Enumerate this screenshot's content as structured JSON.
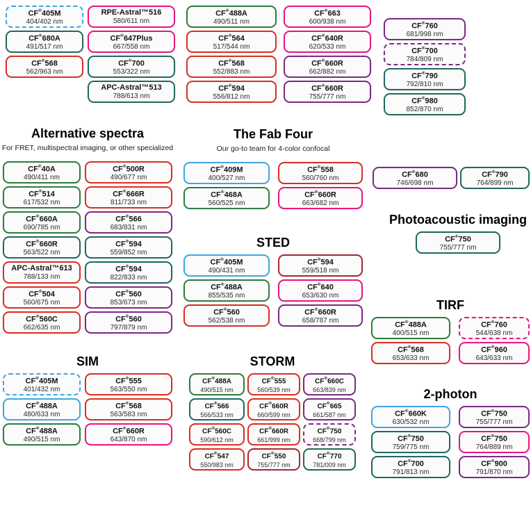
{
  "colors": {
    "blue": "#3ea7e0",
    "green": "#2e7d3f",
    "teal": "#20695f",
    "red": "#da2f23",
    "darkred": "#a72837",
    "pink": "#e9157f",
    "purple": "#7c2a85"
  },
  "sections": {
    "top_left": {
      "columns": [
        [
          {
            "name": "CF®405M",
            "value": "404/402 nm",
            "color": "blue",
            "dashed": true
          },
          {
            "name": "CF®680A",
            "value": "491/517 nm",
            "color": "teal"
          },
          {
            "name": "CF®568",
            "value": "562/963 nm",
            "color": "red"
          }
        ],
        [
          {
            "name": "RPE-Astral™516",
            "value": "580/611 nm",
            "color": "pink"
          },
          {
            "name": "CF®647Plus",
            "value": "667/558 nm",
            "color": "pink"
          },
          {
            "name": "CF®700",
            "value": "553/322 nm",
            "color": "teal"
          },
          {
            "name": "APC-Astral™513",
            "value": "788/613 nm",
            "color": "teal"
          }
        ]
      ]
    },
    "top_mid": {
      "columns": [
        [
          {
            "name": "CF®488A",
            "value": "490/511 nm",
            "color": "green"
          },
          {
            "name": "CF®564",
            "value": "517/544 nm",
            "color": "red"
          },
          {
            "name": "CF®568",
            "value": "552/883 nm",
            "color": "red"
          },
          {
            "name": "CF®594",
            "value": "556/812 nm",
            "color": "red"
          }
        ],
        [
          {
            "name": "CF®663",
            "value": "600/938 nm",
            "color": "pink"
          },
          {
            "name": "CF®640R",
            "value": "620/533 nm",
            "color": "pink"
          },
          {
            "name": "CF®660R",
            "value": "662/882 nm",
            "color": "purple"
          },
          {
            "name": "CF®660R",
            "value": "755/777 nm",
            "color": "purple"
          }
        ]
      ]
    },
    "top_right": {
      "columns": [
        [
          {
            "name": "CF®760",
            "value": "681/998 nm",
            "color": "purple"
          },
          {
            "name": "CF®700",
            "value": "784/809 nm",
            "color": "purple",
            "dashed": true
          },
          {
            "name": "CF®790",
            "value": "792/810 nm",
            "color": "teal"
          },
          {
            "name": "CF®980",
            "value": "852/870 nm",
            "color": "teal"
          }
        ]
      ]
    },
    "alt": {
      "title": "Alternative spectra",
      "subtitle": "For FRET, multispectral imaging, or other specialized",
      "columns": [
        [
          {
            "name": "CF®40A",
            "value": "490/411 nm",
            "color": "green"
          },
          {
            "name": "CF®514",
            "value": "617/532 nm",
            "color": "green"
          },
          {
            "name": "CF®660A",
            "value": "690/785 nm",
            "color": "green"
          },
          {
            "name": "CF®660R",
            "value": "563/522 nm",
            "color": "teal"
          },
          {
            "name": "APC-Astral™613",
            "value": "788/133 nm",
            "color": "red"
          },
          {
            "name": "CF®504",
            "value": "560/675 nm",
            "color": "red"
          },
          {
            "name": "CF®560C",
            "value": "662/635 nm",
            "color": "red"
          }
        ],
        [
          {
            "name": "CF®500R",
            "value": "490/677 nm",
            "color": "red"
          },
          {
            "name": "CF®666R",
            "value": "811/733 nm",
            "color": "red"
          },
          {
            "name": "CF®566",
            "value": "683/831 nm",
            "color": "purple"
          },
          {
            "name": "CF®594",
            "value": "559/852 nm",
            "color": "teal"
          },
          {
            "name": "CF®594",
            "value": "822/833 nm",
            "color": "teal"
          },
          {
            "name": "CF®560",
            "value": "853/673 nm",
            "color": "purple"
          },
          {
            "name": "CF®560",
            "value": "797/879 nm",
            "color": "purple"
          }
        ]
      ]
    },
    "fab": {
      "title": "The Fab Four",
      "subtitle": "Our go-to team for 4-color confocal",
      "columns": [
        [
          {
            "name": "CF®409M",
            "value": "400/527 nm",
            "color": "blue"
          },
          {
            "name": "CF®468A",
            "value": "560/525 nm",
            "color": "green"
          }
        ],
        [
          {
            "name": "CF®558",
            "value": "560/760 nm",
            "color": "red"
          },
          {
            "name": "CF®660R",
            "value": "663/682 nm",
            "color": "pink"
          }
        ]
      ]
    },
    "pair": {
      "columns": [
        [
          {
            "name": "CF®680",
            "value": "746/698 nm",
            "color": "purple"
          }
        ],
        [
          {
            "name": "CF®790",
            "value": "764/899 nm",
            "color": "teal"
          }
        ]
      ]
    },
    "sted": {
      "title": "STED",
      "columns": [
        [
          {
            "name": "CF®405M",
            "value": "490/431 nm",
            "color": "blue"
          },
          {
            "name": "CF®488A",
            "value": "855/535 nm",
            "color": "green"
          },
          {
            "name": "CF®560",
            "value": "562/538 nm",
            "color": "red"
          }
        ],
        [
          {
            "name": "CF®594",
            "value": "559/518 nm",
            "color": "darkred"
          },
          {
            "name": "CF®640",
            "value": "653/630 nm",
            "color": "pink"
          },
          {
            "name": "CF®660R",
            "value": "658/787 nm",
            "color": "purple"
          }
        ]
      ]
    },
    "photo": {
      "title": "Photoacoustic imaging",
      "columns": [
        [
          {
            "name": "CF®750",
            "value": "755/777 nm",
            "color": "teal"
          }
        ]
      ]
    },
    "tirf": {
      "title": "TIRF",
      "columns": [
        [
          {
            "name": "CF®488A",
            "value": "400/515 nm",
            "color": "green"
          },
          {
            "name": "CF®568",
            "value": "653/633 nm",
            "color": "red"
          }
        ],
        [
          {
            "name": "CF®760",
            "value": "544/638 nm",
            "color": "pink",
            "dashed": true
          },
          {
            "name": "CF®960",
            "value": "643/633 nm",
            "color": "pink"
          }
        ]
      ]
    },
    "sim": {
      "title": "SIM",
      "columns": [
        [
          {
            "name": "CF®405M",
            "value": "401/432 nm",
            "color": "blue",
            "dashed": true
          },
          {
            "name": "CF®488A",
            "value": "480/633 nm",
            "color": "blue"
          },
          {
            "name": "CF®488A",
            "value": "490/515 nm",
            "color": "green"
          }
        ],
        [
          {
            "name": "CF®555",
            "value": "563/550 nm",
            "color": "red"
          },
          {
            "name": "CF®568",
            "value": "563/583 nm",
            "color": "red"
          },
          {
            "name": "CF®660R",
            "value": "643/870 nm",
            "color": "pink"
          }
        ]
      ]
    },
    "storm": {
      "title": "STORM",
      "columns": [
        [
          {
            "name": "CF®488A",
            "value": "490/515 nm",
            "color": "green"
          },
          {
            "name": "CF®566",
            "value": "566/533 nm",
            "color": "teal"
          },
          {
            "name": "CF®560C",
            "value": "590/612 nm",
            "color": "red"
          },
          {
            "name": "CF®547",
            "value": "550/983 nm",
            "color": "red"
          }
        ],
        [
          {
            "name": "CF®555",
            "value": "560/539 nm",
            "color": "red"
          },
          {
            "name": "CF®660R",
            "value": "660/599 nm",
            "color": "red"
          },
          {
            "name": "CF®660R",
            "value": "661/999 nm",
            "color": "red"
          },
          {
            "name": "CF®550",
            "value": "755/777 nm",
            "color": "darkred"
          }
        ],
        [
          {
            "name": "CF®660C",
            "value": "663/839 nm",
            "color": "purple"
          },
          {
            "name": "CF®665",
            "value": "661/587 nm",
            "color": "purple"
          },
          {
            "name": "CF®750",
            "value": "668/799 nm",
            "color": "purple",
            "dashed": true
          },
          {
            "name": "CF®770",
            "value": "781/009 nm",
            "color": "teal"
          }
        ]
      ]
    },
    "two_photon": {
      "title": "2-photon",
      "columns": [
        [
          {
            "name": "CF®660K",
            "value": "630/532 nm",
            "color": "blue"
          },
          {
            "name": "CF®750",
            "value": "759/775 nm",
            "color": "teal"
          },
          {
            "name": "CF®700",
            "value": "791/813 nm",
            "color": "teal"
          }
        ],
        [
          {
            "name": "CF®750",
            "value": "755/777 nm",
            "color": "purple"
          },
          {
            "name": "CF®750",
            "value": "764/889 nm",
            "color": "pink"
          },
          {
            "name": "CF®900",
            "value": "791/870 nm",
            "color": "purple"
          }
        ]
      ]
    }
  }
}
